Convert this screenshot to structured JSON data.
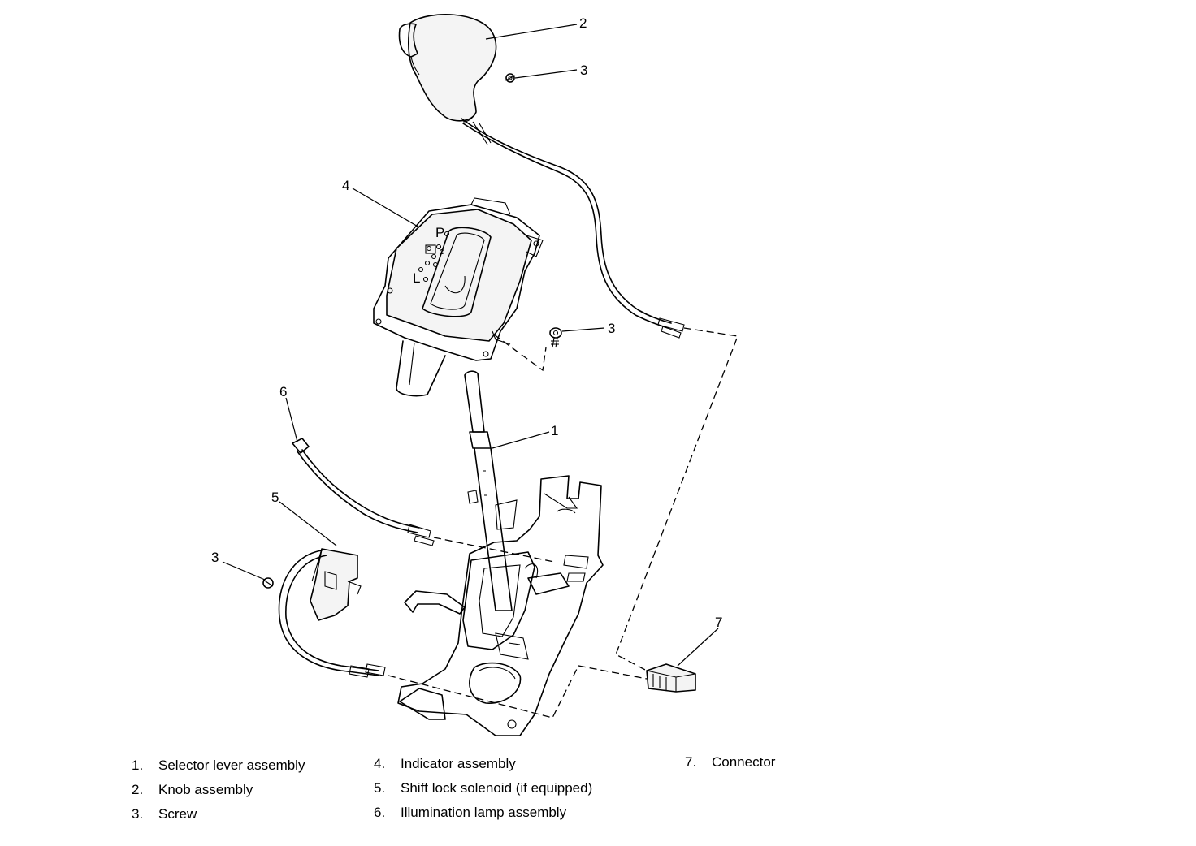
{
  "callouts": {
    "c1": "1",
    "c2": "2",
    "c3_knob": "3",
    "c3_indicator": "3",
    "c3_solenoid": "3",
    "c4": "4",
    "c5": "5",
    "c6": "6",
    "c7": "7"
  },
  "indicator_letters": {
    "p": "P",
    "l": "L"
  },
  "legend": [
    {
      "num": "1.",
      "label": "Selector lever assembly"
    },
    {
      "num": "2.",
      "label": "Knob assembly"
    },
    {
      "num": "3.",
      "label": "Screw"
    },
    {
      "num": "4.",
      "label": "Indicator assembly"
    },
    {
      "num": "5.",
      "label": "Shift lock solenoid (if equipped)"
    },
    {
      "num": "6.",
      "label": "Illumination lamp assembly"
    },
    {
      "num": "7.",
      "label": "Connector"
    }
  ]
}
